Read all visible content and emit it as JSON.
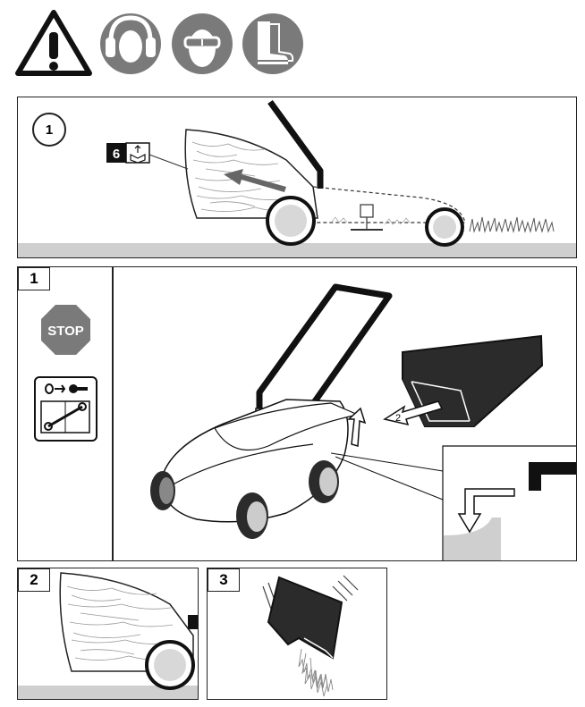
{
  "safety_icons": [
    {
      "name": "warning-triangle-icon"
    },
    {
      "name": "ear-protection-icon"
    },
    {
      "name": "eye-protection-icon"
    },
    {
      "name": "safety-boots-icon"
    }
  ],
  "panel_a": {
    "step_label": "1",
    "badge_number": "6"
  },
  "panel_b": {
    "step_label": "1",
    "stop_sign_text": "STOP",
    "arrow_label": "2"
  },
  "panel_c": {
    "step_label": "2"
  },
  "panel_d": {
    "step_label": "3"
  },
  "colors": {
    "ink": "#222222",
    "icon_grey": "#7a7a7a",
    "ground": "#cfcfcf",
    "dark_fill": "#2b2b2b"
  }
}
